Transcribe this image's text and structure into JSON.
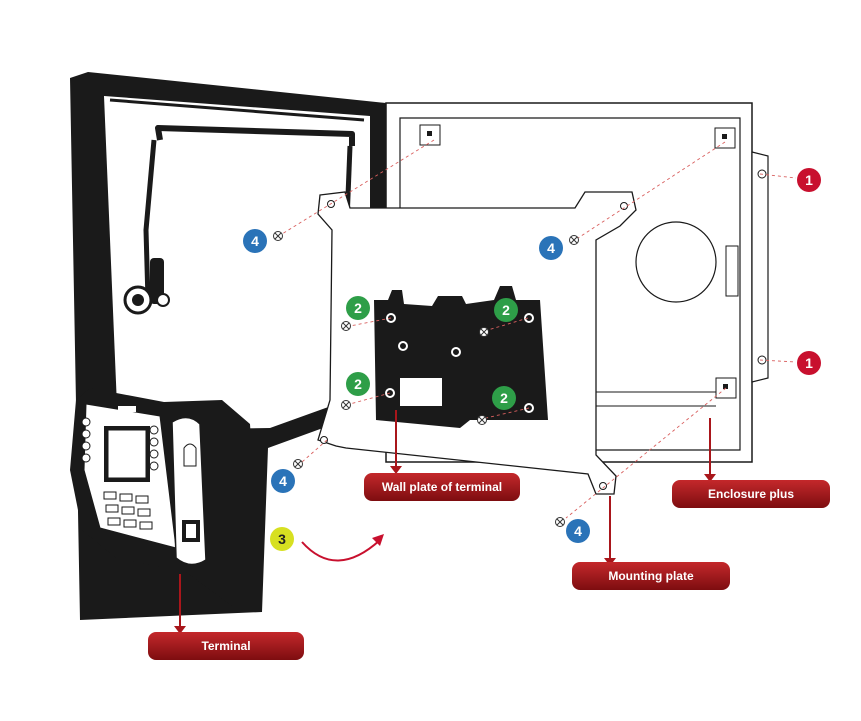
{
  "labels": {
    "terminal": "Terminal",
    "wall_plate": "Wall plate of terminal",
    "mounting_plate": "Mounting plate",
    "enclosure": "Enclosure plus"
  },
  "steps": {
    "one": "1",
    "two": "2",
    "three": "3",
    "four": "4"
  },
  "colors": {
    "step1": "#c8102e",
    "step2": "#2e9e48",
    "step3": "#d7e021",
    "step4": "#2a73b8",
    "callout": "#a9161b",
    "outline": "#1a1a1a"
  },
  "icons": [
    "screw-icon",
    "fingerprint-reader-icon",
    "lock-icon",
    "curved-arrow-icon"
  ]
}
